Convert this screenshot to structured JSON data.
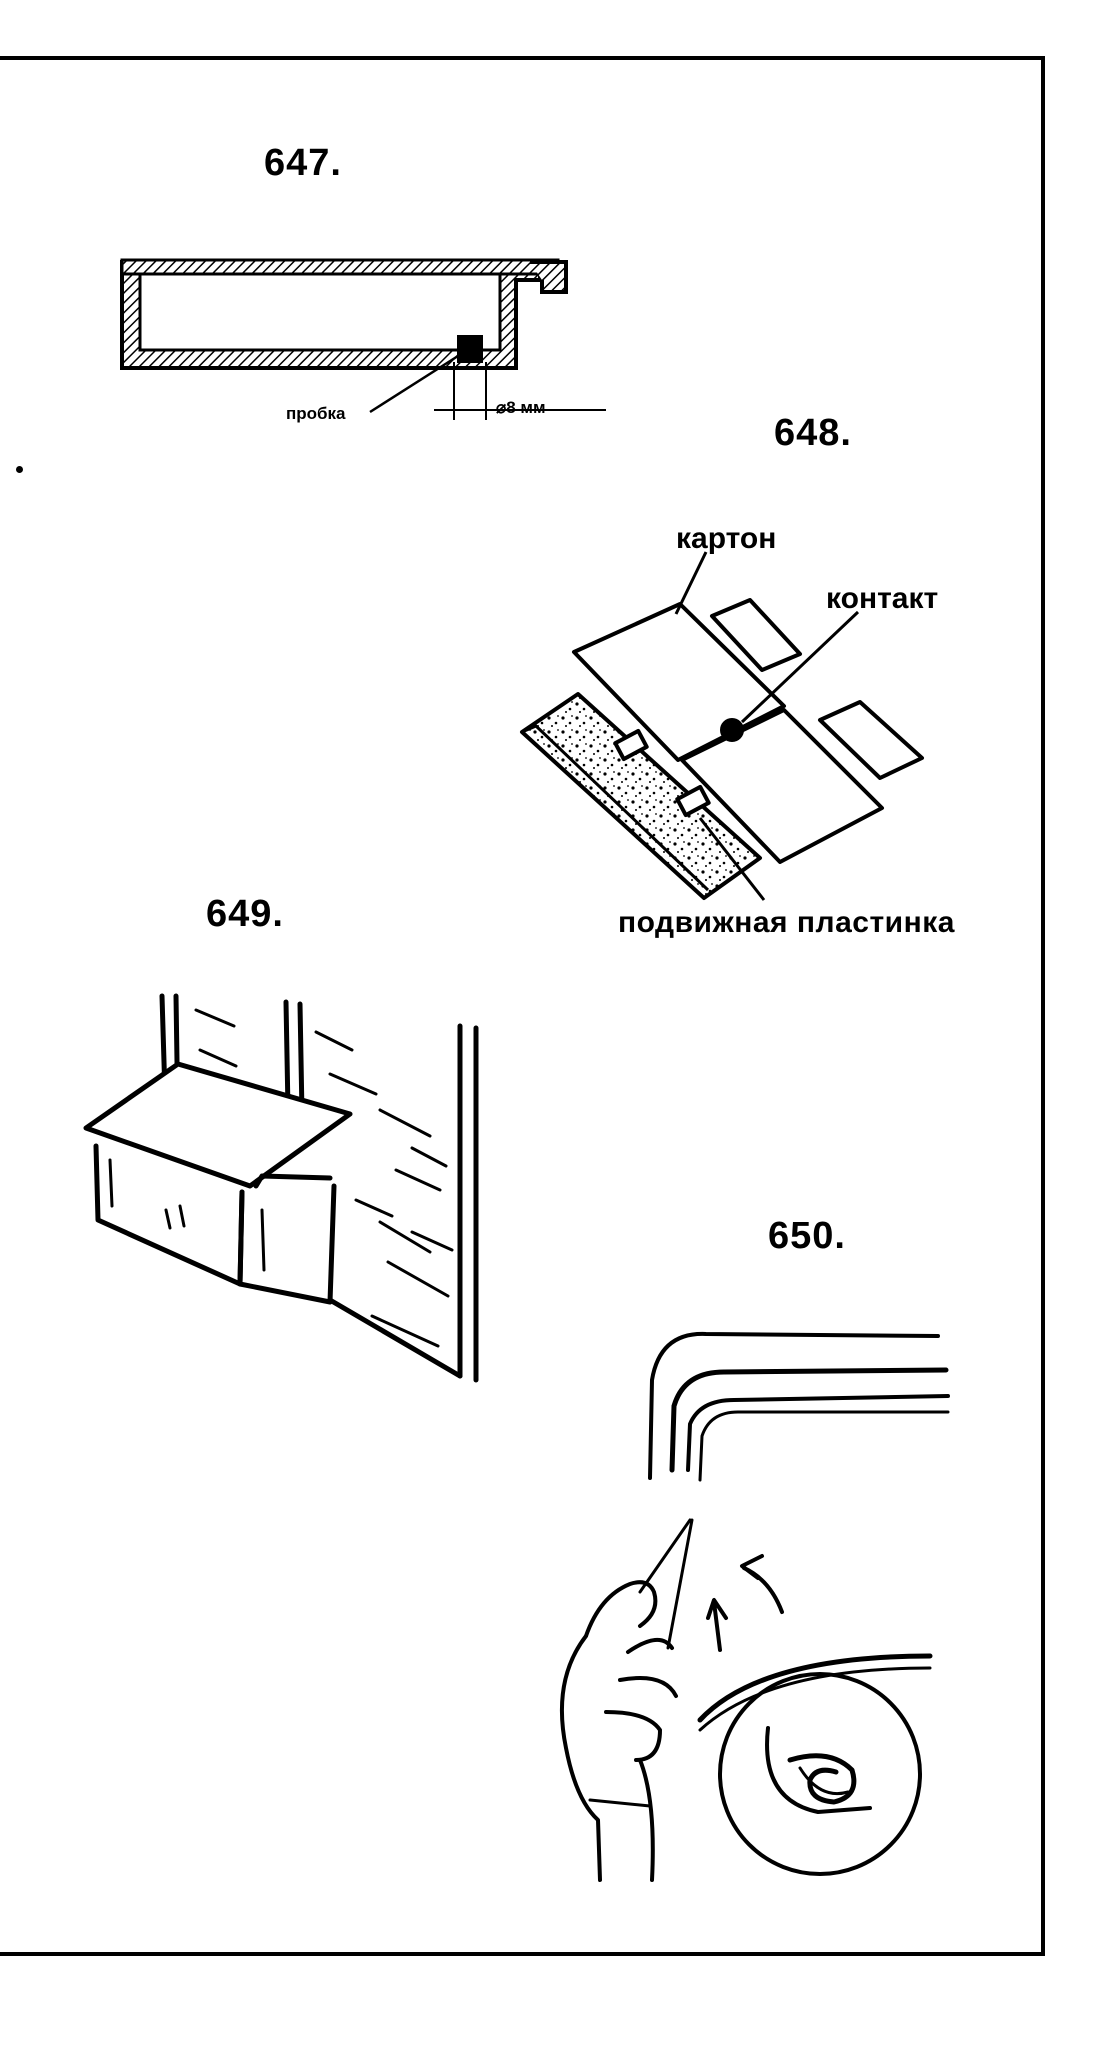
{
  "figures": {
    "f647": {
      "number": "647.",
      "label_plug": "пробка",
      "label_diameter": "⌀8 мм"
    },
    "f648": {
      "number": "648.",
      "label_cardboard": "картон",
      "label_contact": "контакт",
      "label_plate": "подвижная пластинка"
    },
    "f649": {
      "number": "649."
    },
    "f650": {
      "number": "650."
    }
  },
  "colors": {
    "ink": "#000000",
    "paper": "#ffffff"
  }
}
